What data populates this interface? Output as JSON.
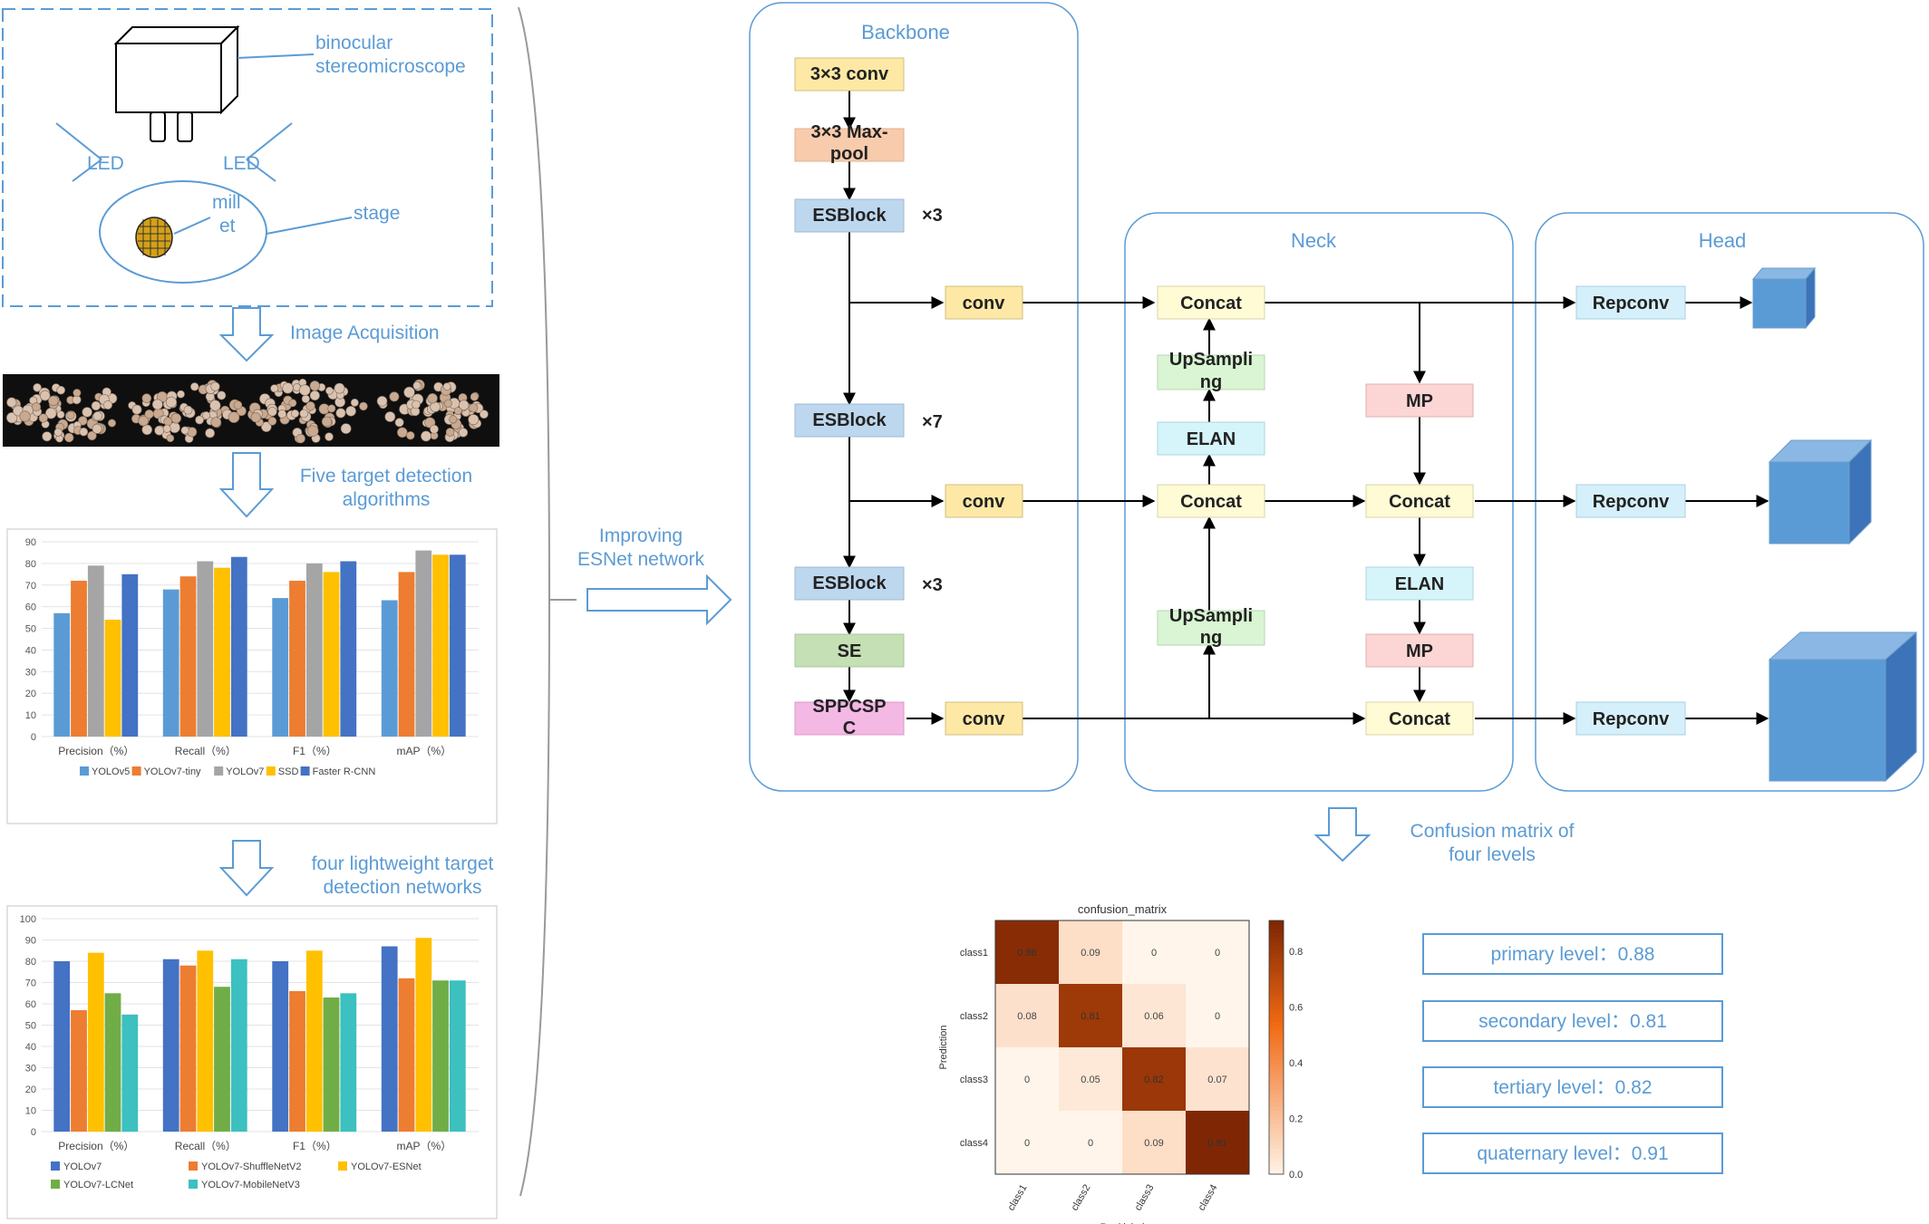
{
  "acquisition": {
    "microscope_label_1": "binocular",
    "microscope_label_2": "stereomicroscope",
    "led_left": "LED",
    "led_right": "LED",
    "millet_1": "mill",
    "millet_2": "et",
    "stage": "stage",
    "step_image_acquisition": "Image Acquisition",
    "step_five_1": "Five target detection",
    "step_five_2": "algorithms",
    "step_four_1": "four lightweight target",
    "step_four_2": "detection networks"
  },
  "improving": {
    "line1": "Improving",
    "line2": "ESNet network"
  },
  "architecture": {
    "backbone_title": "Backbone",
    "neck_title": "Neck",
    "head_title": "Head",
    "conv3": "3×3 conv",
    "maxpool_1": "3×3 Max-",
    "maxpool_2": "pool",
    "esblock": "ESBlock",
    "x3": "×3",
    "x7": "×7",
    "se": "SE",
    "sppcspc_1": "SPPCSP",
    "sppcspc_2": "C",
    "conv": "conv",
    "concat": "Concat",
    "upsampling_1": "UpSampli",
    "upsampling_2": "ng",
    "elan": "ELAN",
    "mp": "MP",
    "repconv": "Repconv"
  },
  "confusion": {
    "caption_1": "Confusion matrix of",
    "caption_2": "four levels",
    "title": "confusion_matrix",
    "ylabel": "Prediction",
    "xlabel": "Real label",
    "classes": [
      "class1",
      "class2",
      "class3",
      "class4"
    ],
    "matrix": [
      [
        0.88,
        0.09,
        0.0,
        0.0
      ],
      [
        0.08,
        0.81,
        0.06,
        0.0
      ],
      [
        0.0,
        0.05,
        0.82,
        0.07
      ],
      [
        0.0,
        0.0,
        0.09,
        0.91
      ]
    ],
    "cbar_ticks": [
      "0.0",
      "0.2",
      "0.4",
      "0.6",
      "0.8"
    ]
  },
  "levels": [
    "primary level：0.88",
    "secondary level：0.81",
    "tertiary level：0.82",
    "quaternary level：0.91"
  ],
  "chart_data": [
    {
      "type": "bar",
      "categories": [
        "Precision（%）",
        "Recall（%）",
        "F1（%）",
        "mAP（%）"
      ],
      "ylim": [
        0,
        90
      ],
      "yticks": [
        0,
        10,
        20,
        30,
        40,
        50,
        60,
        70,
        80,
        90
      ],
      "legend_position": "bottom",
      "series": [
        {
          "name": "YOLOv5",
          "color": "#5b9bd5",
          "values": [
            57,
            68,
            64,
            63
          ]
        },
        {
          "name": "YOLOv7-tiny",
          "color": "#ed7d31",
          "values": [
            72,
            74,
            72,
            76
          ]
        },
        {
          "name": "YOLOv7",
          "color": "#a5a5a5",
          "values": [
            79,
            81,
            80,
            86
          ]
        },
        {
          "name": "SSD",
          "color": "#ffc000",
          "values": [
            54,
            78,
            76,
            84
          ]
        },
        {
          "name": "Faster R-CNN",
          "color": "#4472c4",
          "values": [
            75,
            83,
            81,
            84
          ]
        }
      ]
    },
    {
      "type": "bar",
      "categories": [
        "Precision（%）",
        "Recall（%）",
        "F1（%）",
        "mAP（%）"
      ],
      "ylim": [
        0,
        100
      ],
      "yticks": [
        0,
        10,
        20,
        30,
        40,
        50,
        60,
        70,
        80,
        90,
        100
      ],
      "legend_position": "bottom",
      "series": [
        {
          "name": "YOLOv7",
          "color": "#4472c4",
          "values": [
            80,
            81,
            80,
            87
          ]
        },
        {
          "name": "YOLOv7-ShuffleNetV2",
          "color": "#ed7d31",
          "values": [
            57,
            78,
            66,
            72
          ]
        },
        {
          "name": "YOLOv7-ESNet",
          "color": "#ffc000",
          "values": [
            84,
            85,
            85,
            91
          ]
        },
        {
          "name": "YOLOv7-LCNet",
          "color": "#70ad47",
          "values": [
            65,
            68,
            63,
            71
          ]
        },
        {
          "name": "YOLOv7-MobileNetV3",
          "color": "#3cc0c0",
          "values": [
            55,
            81,
            65,
            71
          ]
        }
      ]
    }
  ]
}
